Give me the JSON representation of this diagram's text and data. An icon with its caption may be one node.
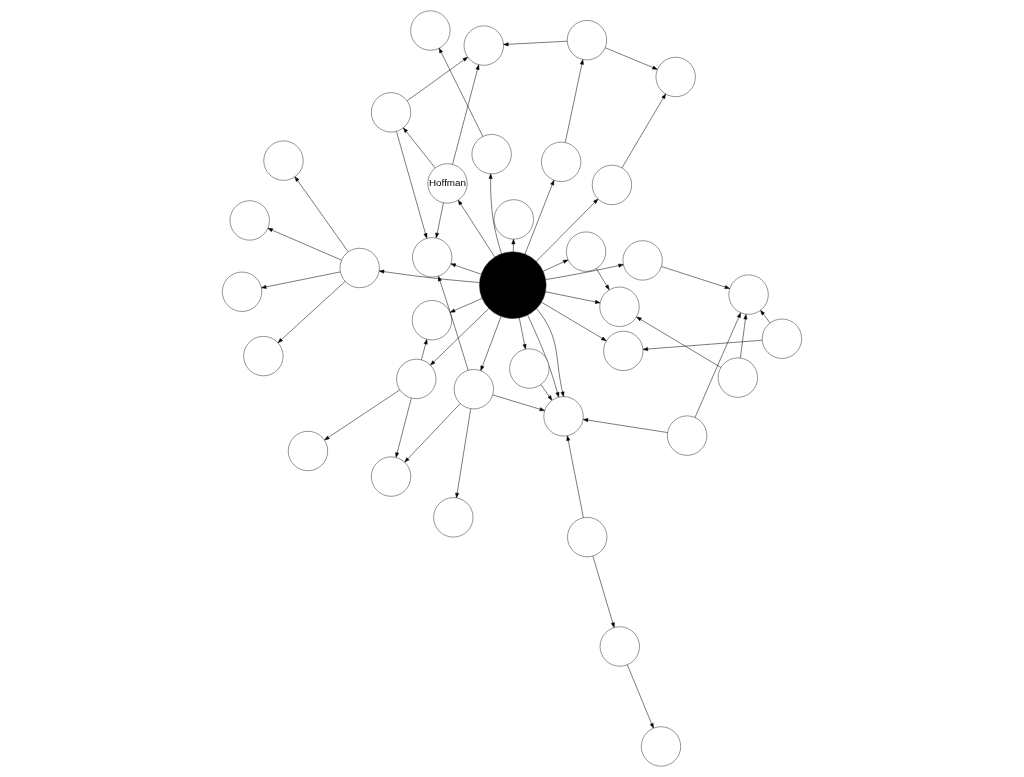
{
  "diagram": {
    "nodes": [
      {
        "text": [],
        "shape": "circle"
      },
      {
        "text": [],
        "shape": "circle"
      },
      {
        "text": [],
        "shape": "circle"
      },
      {
        "text": [],
        "shape": "circle"
      },
      {
        "text": [],
        "shape": "circle"
      },
      {
        "text": [],
        "shape": "circle"
      },
      {
        "text": [],
        "shape": "circle"
      },
      {
        "text": [],
        "shape": "circle"
      },
      {
        "text": [],
        "shape": "circle"
      },
      {
        "text": [],
        "shape": "circle"
      },
      {
        "text": [],
        "shape": "circle"
      },
      {
        "text": [],
        "shape": "circle"
      },
      {
        "text": [],
        "shape": "circle"
      },
      {
        "text": [],
        "shape": "circle"
      },
      {
        "text": [],
        "shape": "circle"
      },
      {
        "text": [],
        "shape": "circle"
      },
      {
        "text": [],
        "shape": "circle"
      },
      {
        "text": [],
        "shape": "circle"
      },
      {
        "text": [],
        "shape": "circle"
      },
      {
        "text": [
          "Hoffman"
        ]
      },
      {
        "text": [],
        "shape": "circle"
      },
      {
        "text": [],
        "shape": "circle"
      },
      {
        "text": [],
        "shape": "circle"
      },
      {
        "text": [],
        "shape": "circle"
      },
      {
        "text": [],
        "shape": "circle"
      },
      {
        "text": [],
        "shape": "circle"
      },
      {
        "text": [],
        "shape": "circle"
      },
      {
        "text": [],
        "shape": "circle"
      },
      {
        "text": [],
        "shape": "circle"
      },
      {
        "text": [],
        "shape": "circle"
      },
      {
        "text": [],
        "shape": "circle"
      },
      {
        "text": [],
        "shape": "circle"
      },
      {
        "text": [],
        "shape": "circle"
      },
      {
        "text": [],
        "shape": "circle"
      },
      {
        "text": [],
        "shape": "circle"
      },
      {
        "text": [],
        "shape": "circle"
      }
    ],
    "edges": [
      {
        "from": 18,
        "to": 12,
        "arrow": "to"
      },
      {
        "from": 18,
        "to": 11,
        "arrow": "to"
      },
      {
        "from": 18,
        "to": 7,
        "arrow": "to"
      },
      {
        "from": 18,
        "to": 16,
        "arrow": "to"
      },
      {
        "from": 18,
        "to": 19,
        "arrow": "to"
      },
      {
        "from": 18,
        "to": 26,
        "arrow": "to"
      },
      {
        "from": 18,
        "to": 24,
        "arrow": "to"
      },
      {
        "from": 19,
        "to": 26,
        "arrow": "to"
      },
      {
        "from": 19,
        "to": 13,
        "arrow": "to"
      },
      {
        "from": 19,
        "to": 17,
        "arrow": "to"
      },
      {
        "from": 17,
        "to": 13,
        "arrow": "to"
      },
      {
        "from": 17,
        "to": 26,
        "arrow": "to"
      },
      {
        "from": 6,
        "to": 13,
        "arrow": "to"
      },
      {
        "from": 12,
        "to": 6,
        "arrow": "to"
      },
      {
        "from": 6,
        "to": 2,
        "arrow": "to"
      },
      {
        "from": 11,
        "to": 2,
        "arrow": "to"
      },
      {
        "from": 7,
        "to": 0,
        "arrow": "to"
      },
      {
        "from": 8,
        "to": 3,
        "arrow": "to"
      },
      {
        "from": 8,
        "to": 1,
        "arrow": "to"
      },
      {
        "from": 8,
        "to": 4,
        "arrow": "to"
      },
      {
        "from": 8,
        "to": 5,
        "arrow": "to"
      },
      {
        "from": 18,
        "to": 8,
        "arrow": "to"
      },
      {
        "from": 18,
        "to": 9,
        "arrow": "to"
      },
      {
        "from": 9,
        "to": 10,
        "arrow": "to"
      },
      {
        "from": 14,
        "to": 10,
        "arrow": "to"
      },
      {
        "from": 22,
        "to": 10,
        "arrow": "to"
      },
      {
        "from": 30,
        "to": 10,
        "arrow": "to"
      },
      {
        "from": 18,
        "to": 15,
        "arrow": "to"
      },
      {
        "from": 15,
        "to": 20,
        "arrow": "to"
      },
      {
        "from": 14,
        "to": 20,
        "arrow": "to"
      },
      {
        "from": 18,
        "to": 20,
        "arrow": "to"
      },
      {
        "from": 18,
        "to": 21,
        "arrow": "to"
      },
      {
        "from": 22,
        "to": 21,
        "arrow": "to"
      },
      {
        "from": 18,
        "to": 25,
        "arrow": "to"
      },
      {
        "from": 18,
        "to": 25,
        "arrow": "to"
      },
      {
        "from": 18,
        "to": 28,
        "arrow": "to"
      },
      {
        "from": 18,
        "to": 23,
        "arrow": "to"
      },
      {
        "from": 18,
        "to": 34,
        "arrow": "to"
      },
      {
        "from": 28,
        "to": 25,
        "arrow": "to"
      },
      {
        "from": 34,
        "to": 25,
        "arrow": "to"
      },
      {
        "from": 30,
        "to": 25,
        "arrow": "to"
      },
      {
        "from": 32,
        "to": 25,
        "arrow": "to"
      },
      {
        "from": 32,
        "to": 35,
        "arrow": "to"
      },
      {
        "from": 35,
        "to": 31,
        "arrow": "to"
      },
      {
        "from": 34,
        "to": 29,
        "arrow": "to"
      },
      {
        "from": 34,
        "to": 26,
        "arrow": "to"
      },
      {
        "from": 34,
        "to": 33,
        "arrow": "to"
      },
      {
        "from": 24,
        "to": 27,
        "arrow": "to"
      },
      {
        "from": 24,
        "to": 23,
        "arrow": "to"
      },
      {
        "from": 24,
        "to": 29,
        "arrow": "to"
      }
    ]
  }
}
